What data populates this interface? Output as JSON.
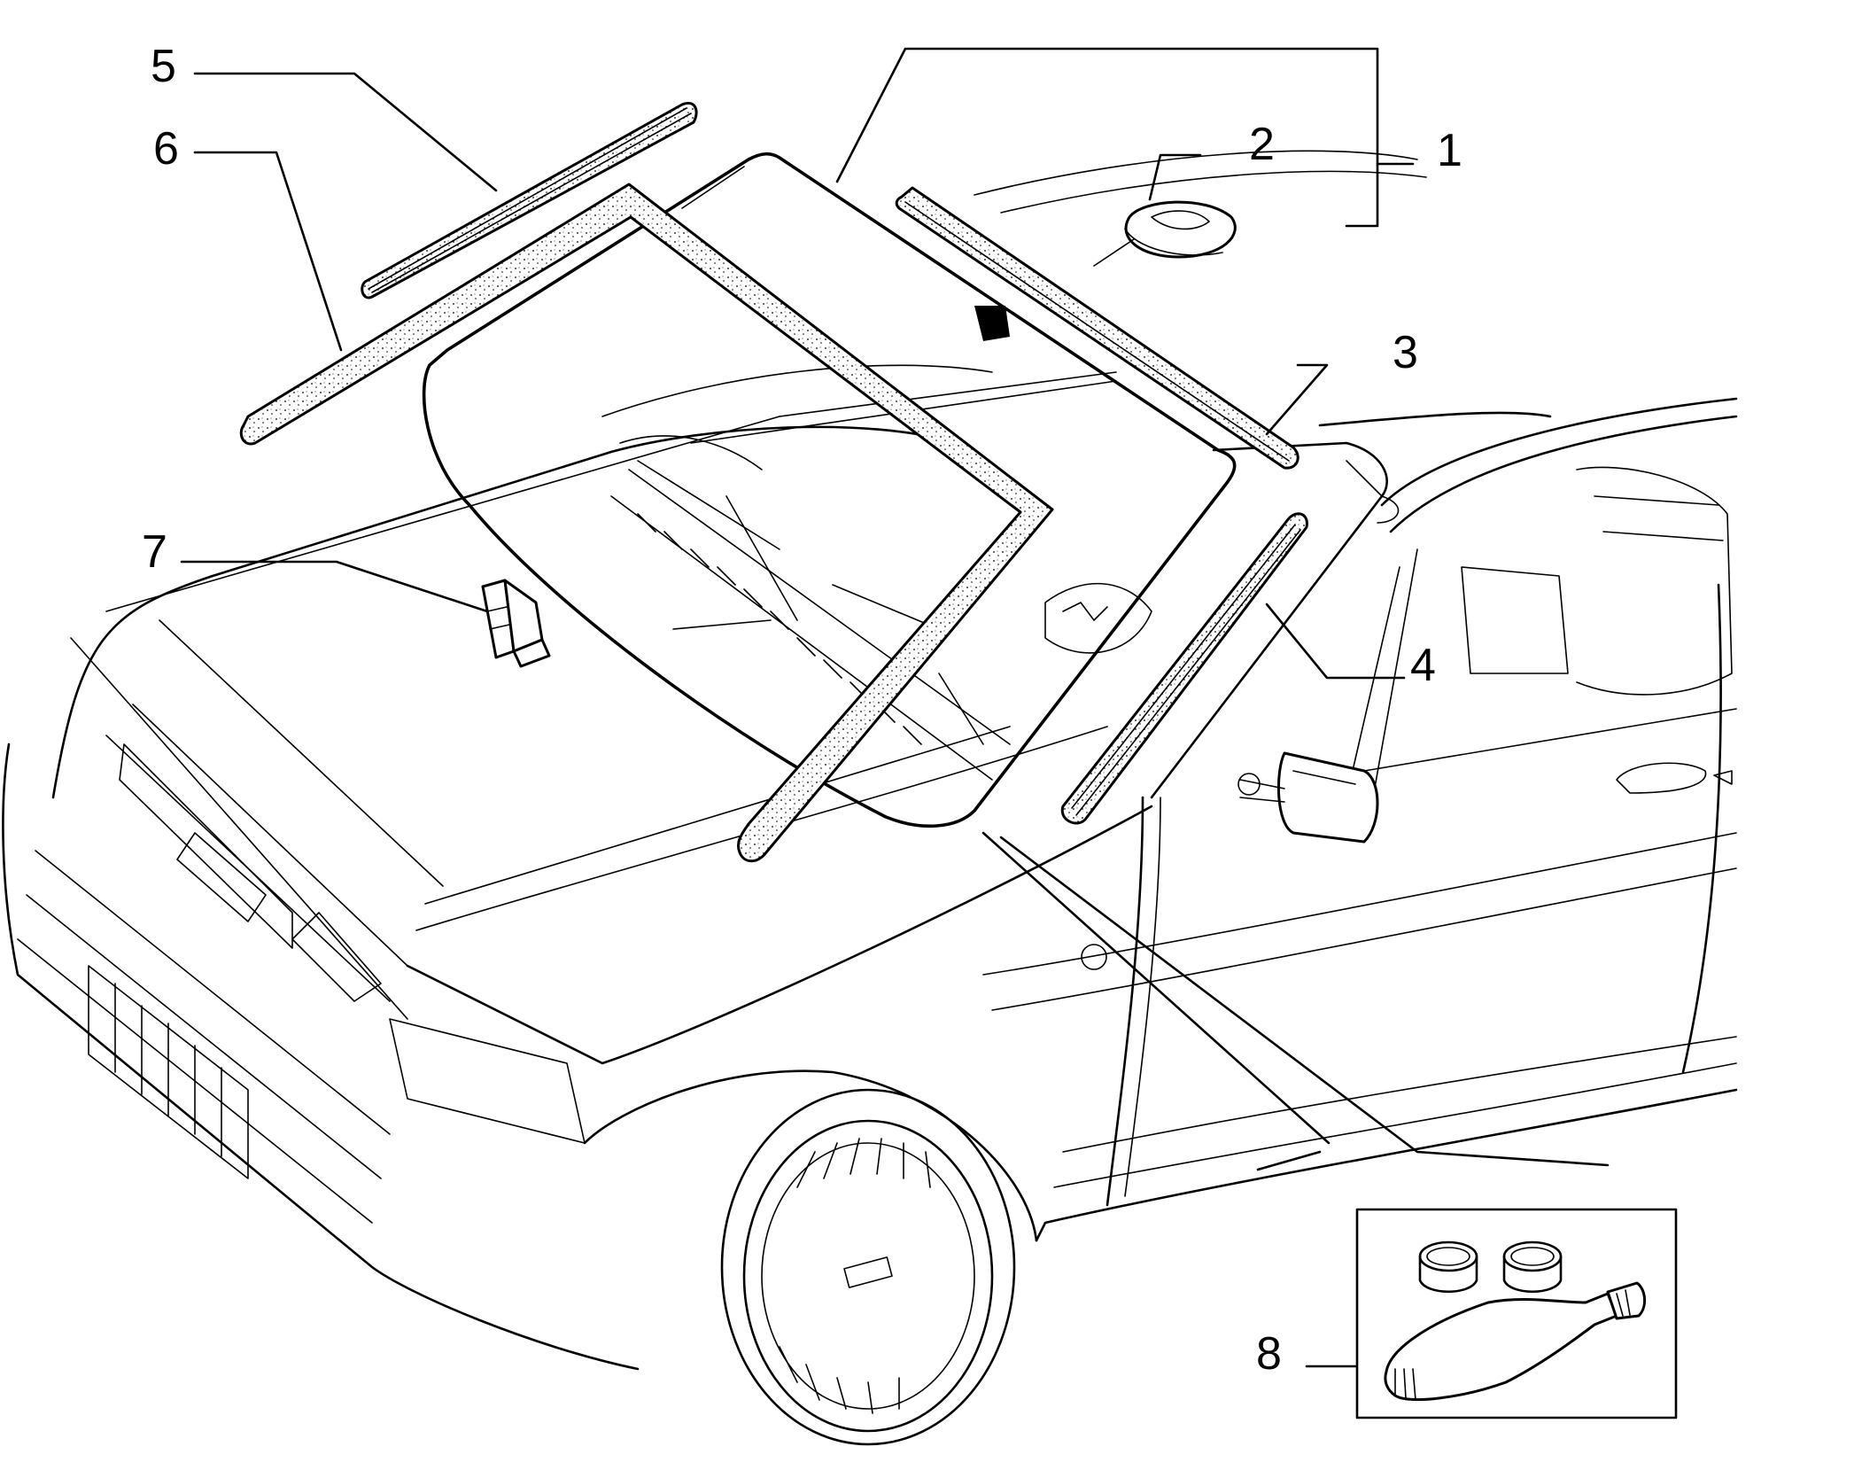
{
  "callouts": [
    {
      "id": "c1",
      "label": "1"
    },
    {
      "id": "c2",
      "label": "2"
    },
    {
      "id": "c3",
      "label": "3"
    },
    {
      "id": "c4",
      "label": "4"
    },
    {
      "id": "c5",
      "label": "5"
    },
    {
      "id": "c6",
      "label": "6"
    },
    {
      "id": "c7",
      "label": "7"
    },
    {
      "id": "c8",
      "label": "8"
    }
  ]
}
